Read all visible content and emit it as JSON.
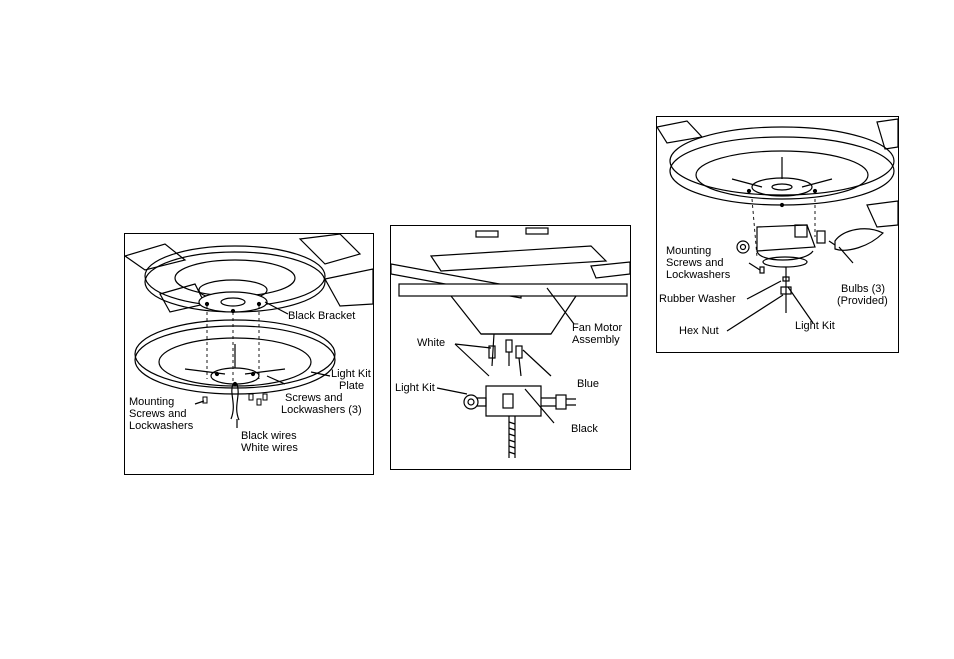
{
  "panel1": {
    "labels": {
      "black_bracket": "Black Bracket",
      "light_kit_plate_1": "Light Kit",
      "light_kit_plate_2": "Plate",
      "screws_lock_1": "Screws and",
      "screws_lock_2": "Lockwashers (3)",
      "mounting_1": "Mounting",
      "mounting_2": "Screws and",
      "mounting_3": "Lockwashers",
      "black_wires": "Black wires",
      "white_wires": "White wires"
    }
  },
  "panel2": {
    "labels": {
      "fan_motor_1": "Fan Motor",
      "fan_motor_2": "Assembly",
      "white": "White",
      "blue": "Blue",
      "light_kit": "Light Kit",
      "black": "Black"
    }
  },
  "panel3": {
    "labels": {
      "mounting_1": "Mounting",
      "mounting_2": "Screws and",
      "mounting_3": "Lockwashers",
      "rubber_washer": "Rubber Washer",
      "hex_nut": "Hex Nut",
      "light_kit": "Light Kit",
      "bulbs_1": "Bulbs (3)",
      "bulbs_2": "(Provided)"
    }
  }
}
